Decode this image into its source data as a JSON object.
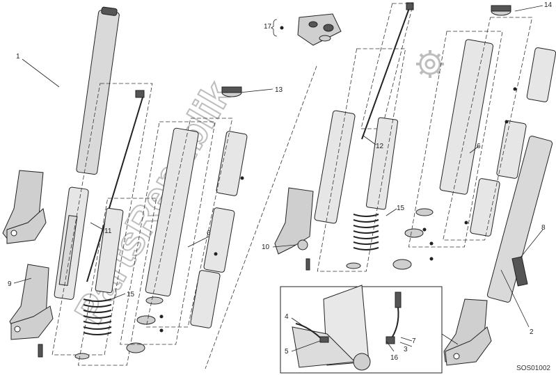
{
  "callouts": {
    "c1": "1",
    "c2": "2",
    "c3": "3",
    "c4": "4",
    "c5": "5",
    "c6a": "6",
    "c6b": "6",
    "c7": "7",
    "c8": "8",
    "c9": "9",
    "c10": "10",
    "c11": "11",
    "c12": "12",
    "c13": "13",
    "c14": "14",
    "c15a": "15",
    "c15b": "15",
    "c16": "16",
    "c17": "17"
  },
  "watermark": "PartsRepublik",
  "drawing_code": "SOS01002",
  "icons": {
    "gear": "gear-icon"
  }
}
